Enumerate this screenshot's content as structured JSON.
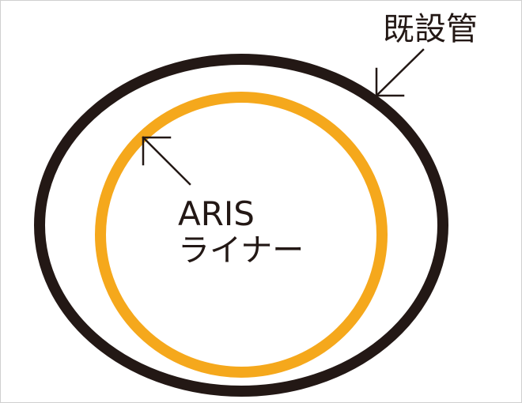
{
  "labels": {
    "existing_pipe": "既設管",
    "liner_line1": "ARIS",
    "liner_line2": "ライナー"
  },
  "colors": {
    "pipe": "#231815",
    "liner": "#F5A81C",
    "text": "#231815",
    "frame": "#D0D0D0",
    "background": "#FFFFFF"
  }
}
